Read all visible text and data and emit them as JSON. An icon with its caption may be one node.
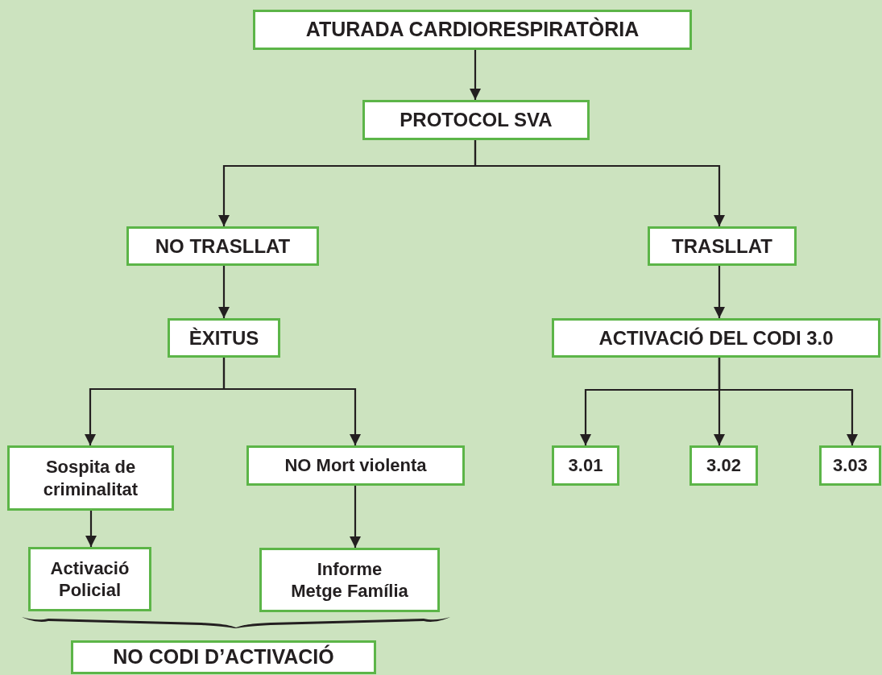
{
  "diagram": {
    "nodes": [
      {
        "text": [
          "ATURADA CARDIORESPIRATÒRIA"
        ]
      },
      {
        "text": [
          "PROTOCOL SVA"
        ]
      },
      {
        "text": [
          "NO TRASLLAT"
        ]
      },
      {
        "text": [
          "TRASLLAT"
        ]
      },
      {
        "text": [
          "ÈXITUS"
        ]
      },
      {
        "text": [
          "ACTIVACIÓ DEL CODI 3.0"
        ]
      },
      {
        "text": [
          "Sospita de criminalitat"
        ]
      },
      {
        "text": [
          "NO Mort violenta"
        ]
      },
      {
        "text": [
          "3.01"
        ]
      },
      {
        "text": [
          "3.02"
        ]
      },
      {
        "text": [
          "3.03"
        ]
      },
      {
        "text": [
          "Activació Policial"
        ]
      },
      {
        "text": [
          "Informe Metge Família"
        ]
      },
      {
        "text": [
          "NO CODI D’ACTIVACIÓ"
        ]
      },
      {
        "text": [],
        "shape": "brace"
      }
    ],
    "edges": [
      {
        "from": 0,
        "to": 1,
        "arrow": "to"
      },
      {
        "from": 1,
        "to": 2,
        "arrow": "to"
      },
      {
        "from": 1,
        "to": 3,
        "arrow": "to"
      },
      {
        "from": 2,
        "to": 4,
        "arrow": "to"
      },
      {
        "from": 3,
        "to": 5,
        "arrow": "to"
      },
      {
        "from": 4,
        "to": 6,
        "arrow": "to"
      },
      {
        "from": 4,
        "to": 7,
        "arrow": "to"
      },
      {
        "from": 5,
        "to": 8,
        "arrow": "to"
      },
      {
        "from": 5,
        "to": 9,
        "arrow": "to"
      },
      {
        "from": 5,
        "to": 10,
        "arrow": "to"
      },
      {
        "from": 6,
        "to": 11,
        "arrow": "to"
      },
      {
        "from": 7,
        "to": 12,
        "arrow": "to"
      }
    ]
  }
}
